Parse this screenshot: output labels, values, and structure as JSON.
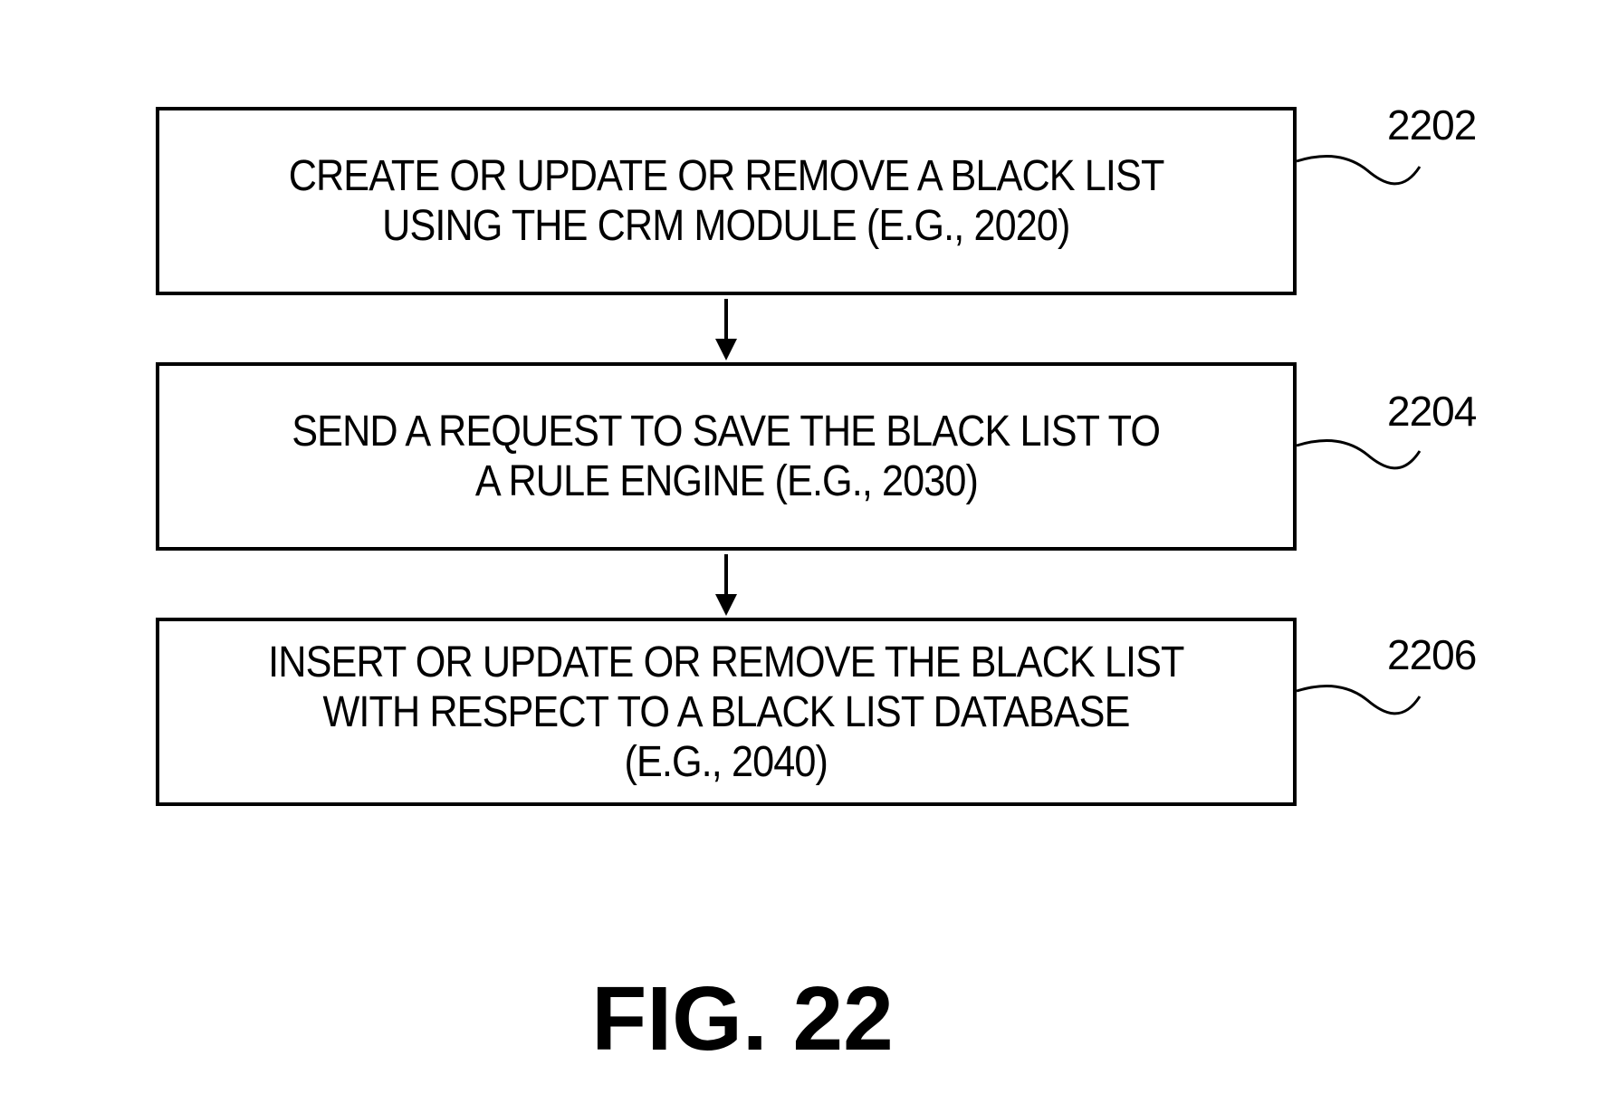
{
  "figure": {
    "label": "FIG. 22"
  },
  "steps": [
    {
      "ref": "2202",
      "lines": [
        "CREATE OR UPDATE OR REMOVE A BLACK LIST",
        "USING THE CRM MODULE (E.G., 2020)"
      ]
    },
    {
      "ref": "2204",
      "lines": [
        "SEND A REQUEST TO SAVE THE BLACK LIST TO",
        "A RULE ENGINE (E.G., 2030)"
      ]
    },
    {
      "ref": "2206",
      "lines": [
        "INSERT OR UPDATE OR REMOVE THE BLACK LIST",
        "WITH RESPECT TO A BLACK LIST DATABASE",
        "(E.G., 2040)"
      ]
    }
  ],
  "colors": {
    "line": "#000000",
    "background": "#ffffff"
  }
}
